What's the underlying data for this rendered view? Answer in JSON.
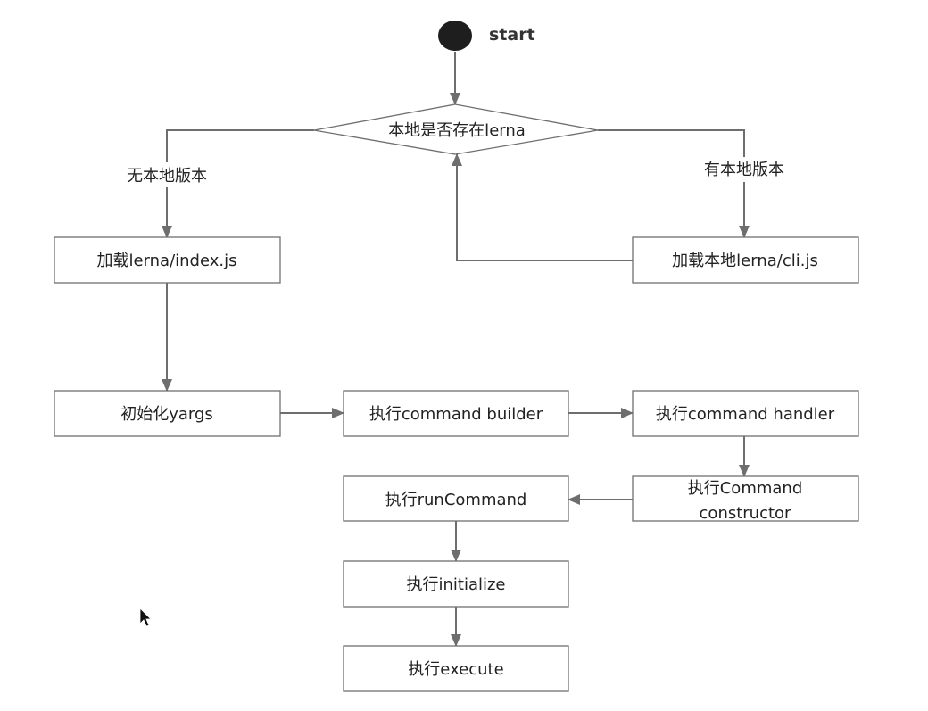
{
  "start": {
    "label": "start"
  },
  "decision": {
    "label": "本地是否存在lerna"
  },
  "branches": {
    "no_local": "无本地版本",
    "has_local": "有本地版本"
  },
  "nodes": {
    "load_index": "加载lerna/index.js",
    "load_local_cli": "加载本地lerna/cli.js",
    "init_yargs": "初始化yargs",
    "exec_builder": "执行command builder",
    "exec_handler": "执行command handler",
    "exec_constructor_line1": "执行Command",
    "exec_constructor_line2": "constructor",
    "exec_runcommand": "执行runCommand",
    "exec_initialize": "执行initialize",
    "exec_execute": "执行execute"
  },
  "colors": {
    "line": "#6e6e6e",
    "box_border": "#6f6f6f",
    "start_fill": "#1e1e1e"
  }
}
